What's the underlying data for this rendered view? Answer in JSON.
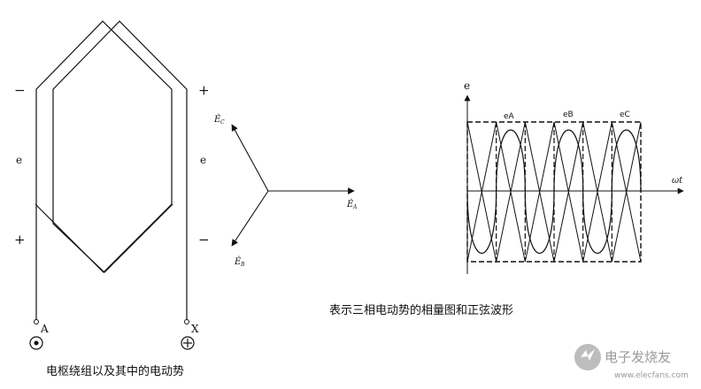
{
  "winding": {
    "left_top_sign": "−",
    "right_top_sign": "+",
    "left_emf": "e",
    "right_emf": "e",
    "left_bottom_sign": "+",
    "right_bottom_sign": "−",
    "terminal_a": "A",
    "terminal_x": "X",
    "caption": "电枢绕组以及其中的电动势"
  },
  "phasor": {
    "e_c_main": "Ė",
    "e_c_sub": "C",
    "e_a_main": "Ė",
    "e_a_sub": "A",
    "e_b_main": "Ė",
    "e_b_sub": "B"
  },
  "waveform": {
    "y_axis_label": "e",
    "x_axis_label": "ωt",
    "series_labels": [
      "eA",
      "eB",
      "eC"
    ],
    "caption": "表示三相电动势的相量图和正弦波形"
  },
  "watermark": {
    "text": "电子发烧友",
    "url": "www.elecfans.com"
  }
}
